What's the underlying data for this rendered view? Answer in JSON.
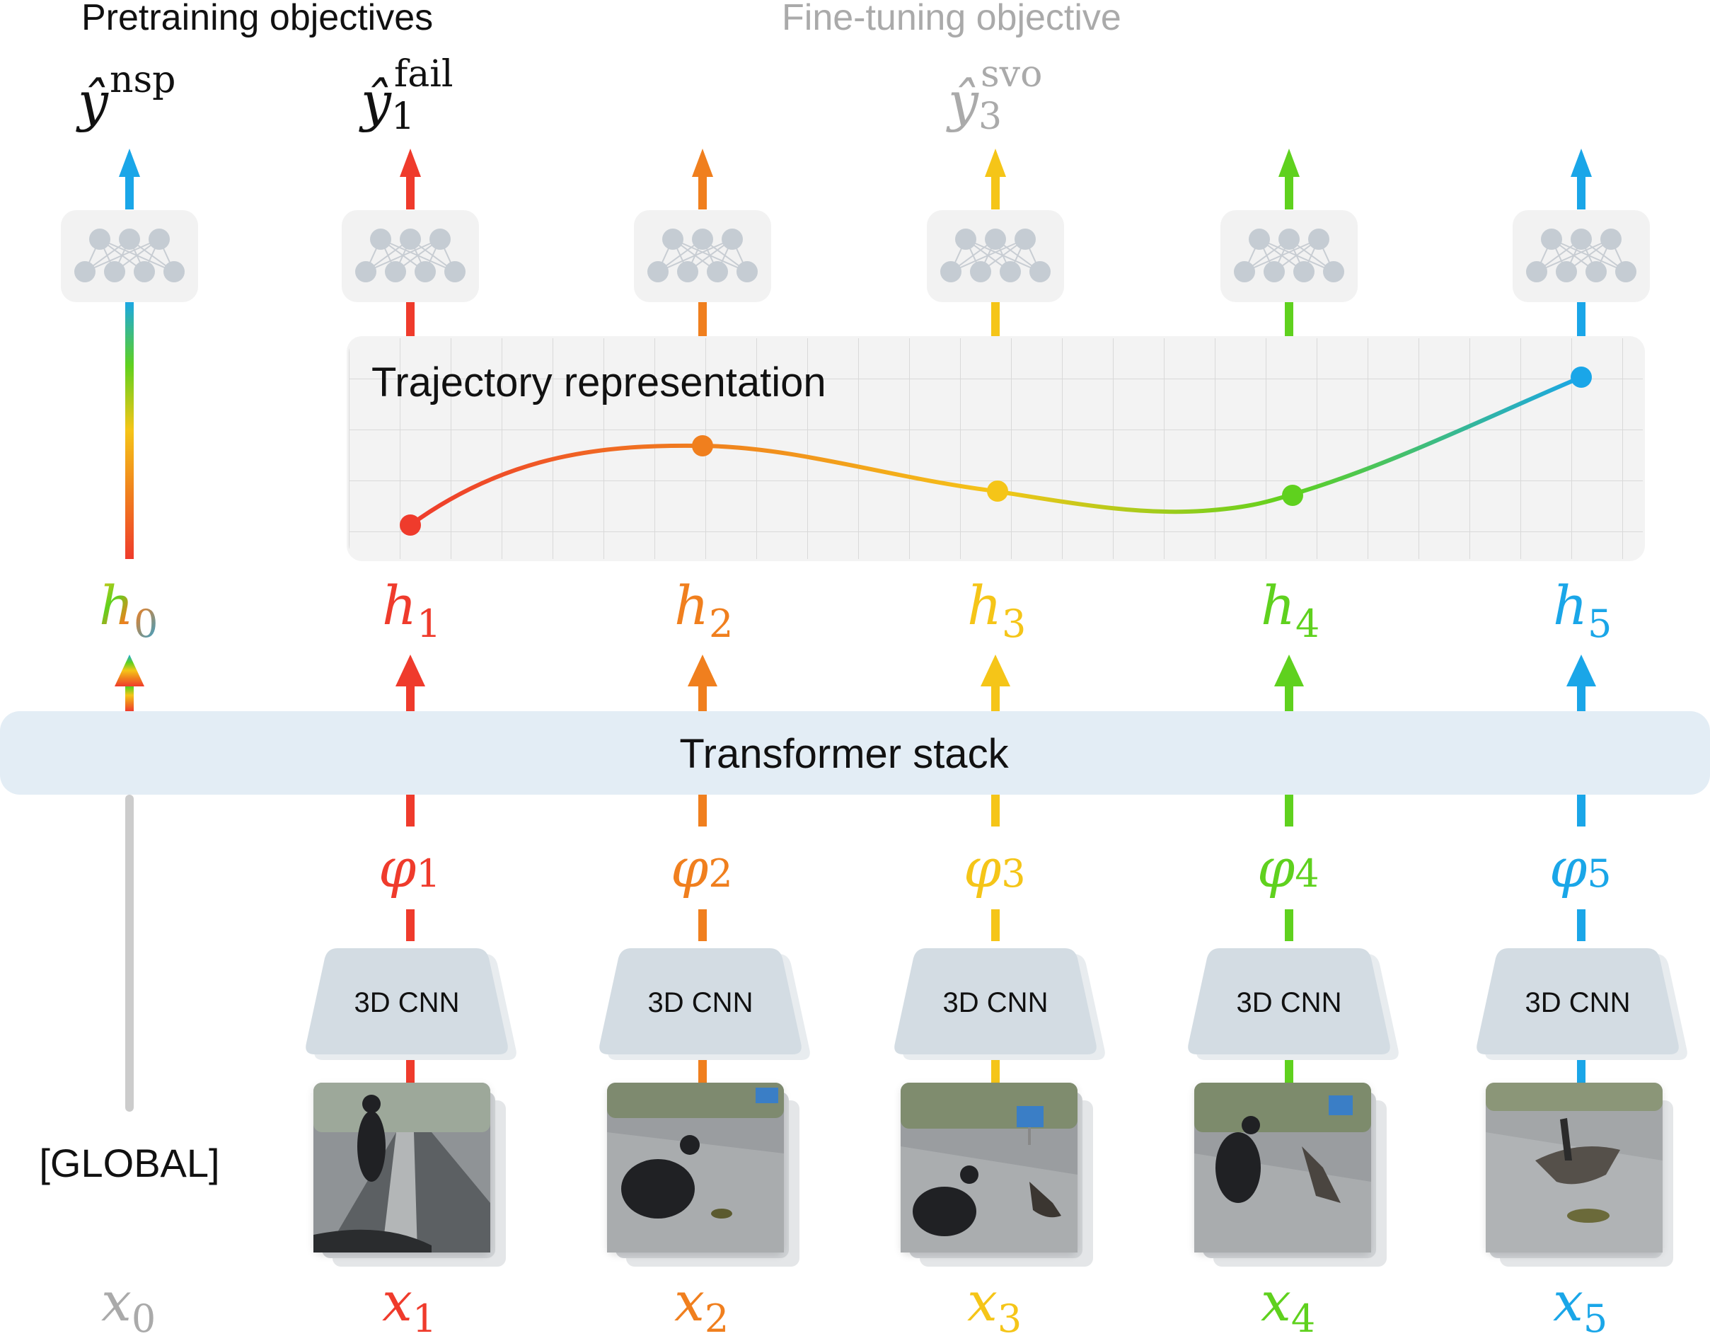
{
  "headings": {
    "pretraining": "Pretraining objectives",
    "finetuning": "Fine-tuning objective"
  },
  "outputs": [
    {
      "base": "ŷ",
      "sup": "nsp",
      "sub": ""
    },
    {
      "base": "ŷ",
      "sup": "fail",
      "sub": "1"
    },
    {
      "base": "ŷ",
      "sup": "svo",
      "sub": "3"
    }
  ],
  "trajectory": {
    "label": "Trajectory representation"
  },
  "hidden_states": [
    {
      "base": "h",
      "sub": "0"
    },
    {
      "base": "h",
      "sub": "1"
    },
    {
      "base": "h",
      "sub": "2"
    },
    {
      "base": "h",
      "sub": "3"
    },
    {
      "base": "h",
      "sub": "4"
    },
    {
      "base": "h",
      "sub": "5"
    }
  ],
  "transformer": {
    "label": "Transformer stack"
  },
  "features": [
    {
      "base": "φ",
      "sub": "1"
    },
    {
      "base": "φ",
      "sub": "2"
    },
    {
      "base": "φ",
      "sub": "3"
    },
    {
      "base": "φ",
      "sub": "4"
    },
    {
      "base": "φ",
      "sub": "5"
    }
  ],
  "cnn_label": "3D CNN",
  "global_token": "[GLOBAL]",
  "inputs": [
    {
      "base": "x",
      "sub": "0"
    },
    {
      "base": "x",
      "sub": "1"
    },
    {
      "base": "x",
      "sub": "2"
    },
    {
      "base": "x",
      "sub": "3"
    },
    {
      "base": "x",
      "sub": "4"
    },
    {
      "base": "x",
      "sub": "5"
    }
  ],
  "colors": {
    "global": "#1a9be0",
    "t1": "#ef3b2c",
    "t2": "#f07f1e",
    "t3": "#f5c518",
    "t4": "#5fd11e",
    "t5": "#1aa6e8",
    "gray_text": "#aaaaaa",
    "panel": "#e3edf5",
    "cnn": "#d3dce3",
    "mlp": "#f2f2f2",
    "node": "#c5ccd3"
  },
  "icons": [
    "neural-network-icon",
    "video-frame-thumbnail"
  ]
}
